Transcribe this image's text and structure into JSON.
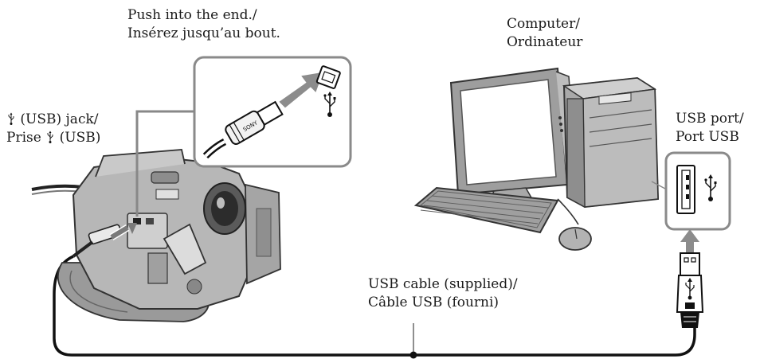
{
  "labels": {
    "push": {
      "line1": "Push into the end./",
      "line2": "Insérez jusqu’au bout."
    },
    "computer": {
      "line1": "Computer/",
      "line2": "Ordinateur"
    },
    "jack": {
      "icon": "usb-icon",
      "line1_glyph": "⚲",
      "line1_text": " (USB) jack/",
      "line2_text_a": "Prise ",
      "line2_glyph": "⚲",
      "line2_text_b": " (USB)"
    },
    "port": {
      "line1": "USB port/",
      "line2": "Port USB"
    },
    "cable": {
      "line1": "USB cable (supplied)/",
      "line2": "Câble USB (fourni)"
    }
  },
  "plug_brand": "SONY"
}
